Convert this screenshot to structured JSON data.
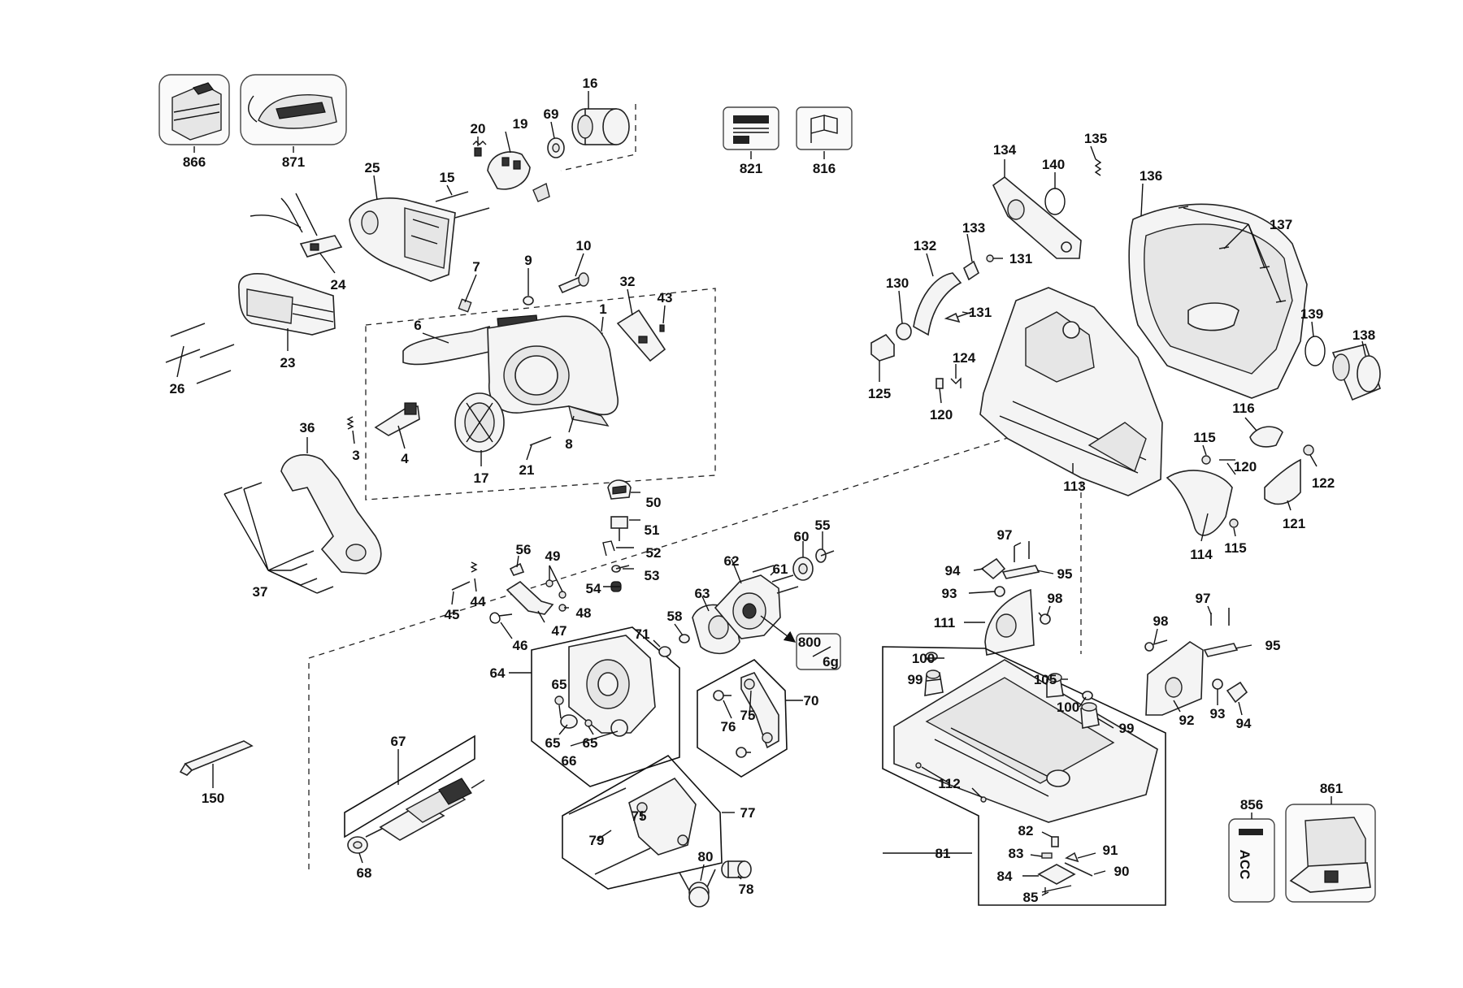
{
  "labels": {
    "l866": "866",
    "l871": "871",
    "l821": "821",
    "l816": "816",
    "l16": "16",
    "l69": "69",
    "l19": "19",
    "l20": "20",
    "l25": "25",
    "l15": "15",
    "l24": "24",
    "l23": "23",
    "l26": "26",
    "l7": "7",
    "l9": "9",
    "l10": "10",
    "l32": "32",
    "l43": "43",
    "l1": "1",
    "l6": "6",
    "l3": "3",
    "l4": "4",
    "l17": "17",
    "l21": "21",
    "l8": "8",
    "l36": "36",
    "l37": "37",
    "l50": "50",
    "l51": "51",
    "l52": "52",
    "l53": "53",
    "l54": "54",
    "l56": "56",
    "l49": "49",
    "l48": "48",
    "l44": "44",
    "l45": "45",
    "l47": "47",
    "l46": "46",
    "l58": "58",
    "l62": "62",
    "l63": "63",
    "l61": "61",
    "l60": "60",
    "l55": "55",
    "l800": "800",
    "l6g": "6g",
    "l64": "64",
    "l71": "71",
    "l65a": "65",
    "l65b": "65",
    "l65c": "65",
    "l66": "66",
    "l70": "70",
    "l76": "76",
    "l75a": "75",
    "l67": "67",
    "l68": "68",
    "l150": "150",
    "l77": "77",
    "l75b": "75",
    "l79": "79",
    "l80": "80",
    "l78": "78",
    "l134": "134",
    "l135": "135",
    "l140": "140",
    "l136": "136",
    "l137": "137",
    "l133": "133",
    "l132": "132",
    "l131a": "131",
    "l131b": "131",
    "l130": "130",
    "l125": "125",
    "l124": "124",
    "l120a": "120",
    "l139": "139",
    "l138": "138",
    "l116": "116",
    "l115a": "115",
    "l120b": "120",
    "l122": "122",
    "l113": "113",
    "l114": "114",
    "l115b": "115",
    "l121": "121",
    "l97a": "97",
    "l94a": "94",
    "l95a": "95",
    "l93a": "93",
    "l98a": "98",
    "l111": "111",
    "l100a": "100",
    "l99a": "99",
    "l105": "105",
    "l100b": "100",
    "l99b": "99",
    "l97b": "97",
    "l98b": "98",
    "l95b": "95",
    "l92": "92",
    "l93b": "93",
    "l94b": "94",
    "l112": "112",
    "l82": "82",
    "l83": "83",
    "l91": "91",
    "l81": "81",
    "l84": "84",
    "l90": "90",
    "l85": "85",
    "l856": "856",
    "l861": "861"
  },
  "acc_label": "ACC"
}
